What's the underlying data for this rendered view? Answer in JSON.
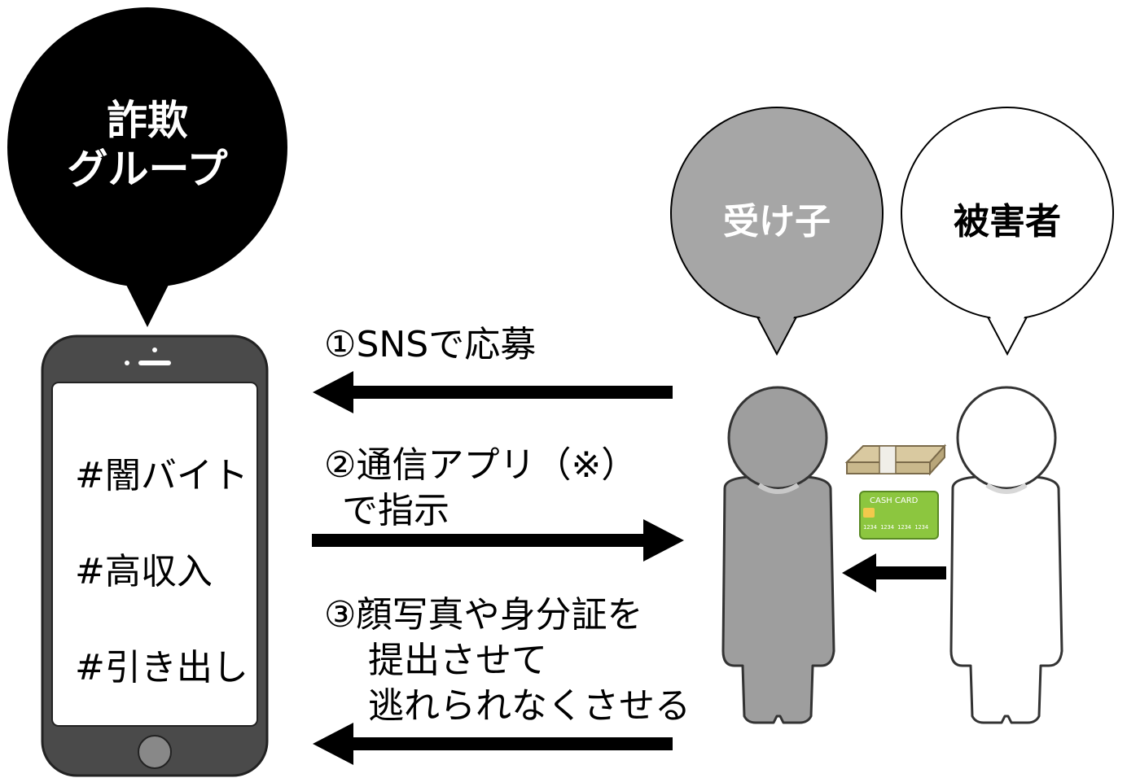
{
  "bubbles": {
    "fraud_group": {
      "line1": "詐欺",
      "line2": "グループ",
      "fill": "#000000",
      "text_color": "#ffffff"
    },
    "receiver": {
      "label": "受け子",
      "fill": "#a6a6a6",
      "text_color": "#ffffff"
    },
    "victim": {
      "label": "被害者",
      "fill": "#ffffff",
      "text_color": "#000000"
    }
  },
  "phone": {
    "tags": [
      "#闇バイト",
      "#高収入",
      "#引き出し"
    ],
    "body_color": "#4a4a4a"
  },
  "steps": {
    "step1": "①SNSで応募",
    "step2_line1": "②通信アプリ（※）",
    "step2_line2": "で指示",
    "step3_line1": "③顔写真や身分証を",
    "step3_line2": "提出させて",
    "step3_line3": "逃れられなくさせる"
  },
  "card": {
    "label": "CASH CARD",
    "number": "1234 1234 1234 1234",
    "color": "#8cc63f"
  },
  "colors": {
    "arrow": "#000000",
    "receiver_figure": "#9e9e9e",
    "victim_figure": "#ffffff"
  }
}
